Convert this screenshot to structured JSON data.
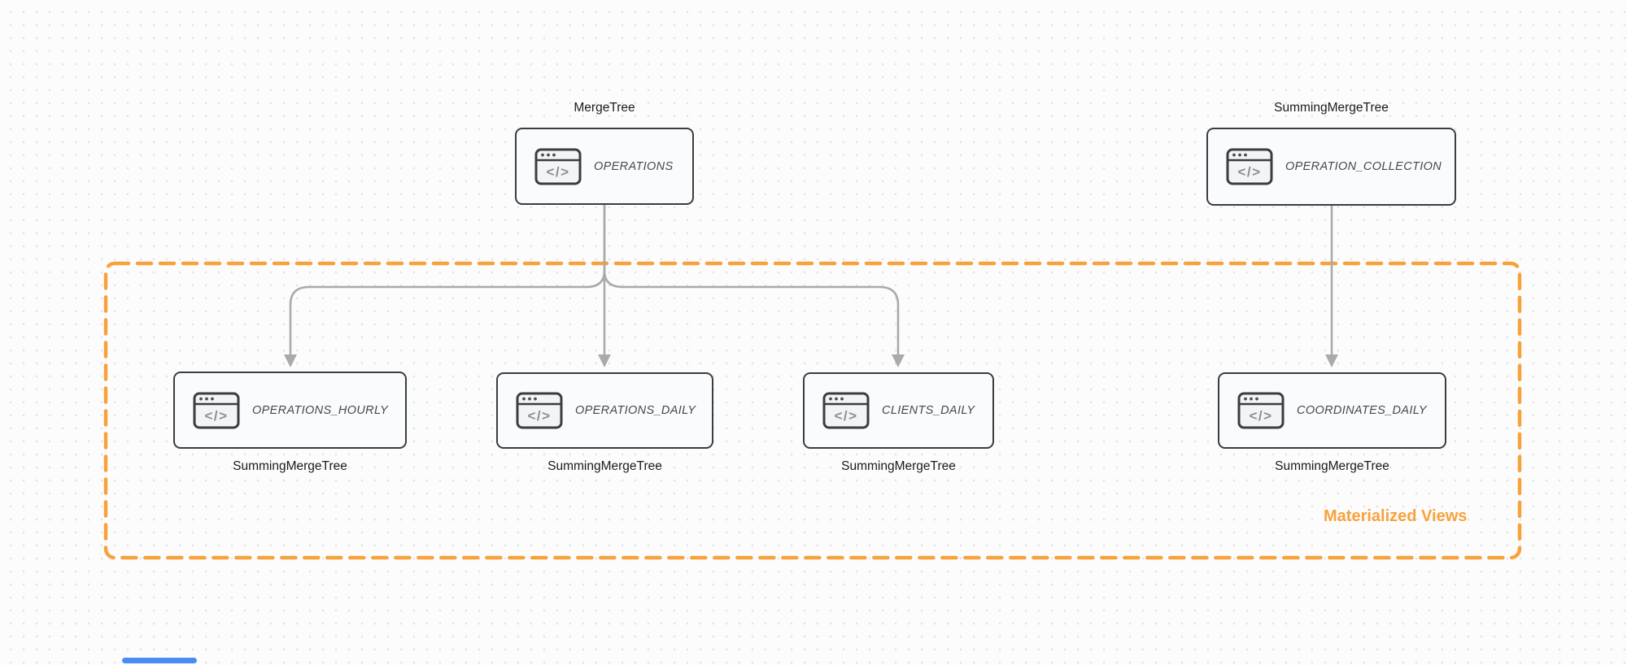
{
  "diagram": {
    "region": {
      "label": "Materialized Views"
    },
    "nodes": [
      {
        "id": "operations",
        "title": "OPERATIONS",
        "engine": "MergeTree",
        "engine_position": "top",
        "icon": "code-window-icon"
      },
      {
        "id": "operation_collection",
        "title": "OPERATION_COLLECTION",
        "engine": "SummingMergeTree",
        "engine_position": "top",
        "icon": "code-window-icon"
      },
      {
        "id": "operations_hourly",
        "title": "OPERATIONS_HOURLY",
        "engine": "SummingMergeTree",
        "engine_position": "bottom",
        "icon": "code-window-icon"
      },
      {
        "id": "operations_daily",
        "title": "OPERATIONS_DAILY",
        "engine": "SummingMergeTree",
        "engine_position": "bottom",
        "icon": "code-window-icon"
      },
      {
        "id": "clients_daily",
        "title": "CLIENTS_DAILY",
        "engine": "SummingMergeTree",
        "engine_position": "bottom",
        "icon": "code-window-icon"
      },
      {
        "id": "coordinates_daily",
        "title": "COORDINATES_DAILY",
        "engine": "SummingMergeTree",
        "engine_position": "bottom",
        "icon": "code-window-icon"
      }
    ],
    "edges": [
      {
        "from": "operations",
        "to": "operations_hourly"
      },
      {
        "from": "operations",
        "to": "operations_daily"
      },
      {
        "from": "operations",
        "to": "clients_daily"
      },
      {
        "from": "operation_collection",
        "to": "coordinates_daily"
      }
    ]
  },
  "colors": {
    "accent_orange": "#F8A23C",
    "node_border": "#3A3E41",
    "node_fill": "#FAFBFC",
    "arrow_gray": "#A9AAAB",
    "icon_glyph_gray": "#8A8F93",
    "engine_text": "#1A1B1E",
    "node_title_text": "#46494D",
    "background": "#FCFCFD",
    "grid_dot": "#E3E3E7",
    "scrollbar_blue": "#4A8BF5"
  }
}
